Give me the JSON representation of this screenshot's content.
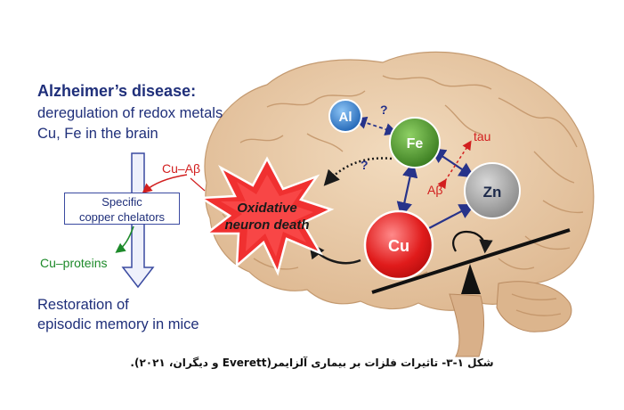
{
  "heading": {
    "title": "Alzheimer’s disease:",
    "line1": "deregulation of redox metals",
    "line2": "Cu, Fe in the brain"
  },
  "flow": {
    "cu_abeta": "Cu–Aβ",
    "chelators_line1": "Specific",
    "chelators_line2": "copper chelators",
    "cu_proteins": "Cu–proteins",
    "restoration_line1": "Restoration of",
    "restoration_line2": "episodic memory in mice"
  },
  "burst": {
    "line1": "Oxidative",
    "line2": "neuron death"
  },
  "metals": {
    "al": "Al",
    "fe": "Fe",
    "zn": "Zn",
    "cu": "Cu",
    "question_mark": "?",
    "tau": "tau",
    "abeta": "Aβ"
  },
  "caption": "شکل ۱-۳- تاثیرات فلزات بر بیماری آلزایمر(Everett و دیگران، ۲۰۲۱).",
  "colors": {
    "navy_text": "#1f2f7a",
    "red_text": "#d21f1f",
    "green_text": "#1d8a2a",
    "brain": "#e9cba9",
    "al": "#3a86d6",
    "fe": "#5aa23a",
    "zn": "#a9a9a9",
    "cu": "#e01b1b",
    "burst": "#f03030"
  }
}
